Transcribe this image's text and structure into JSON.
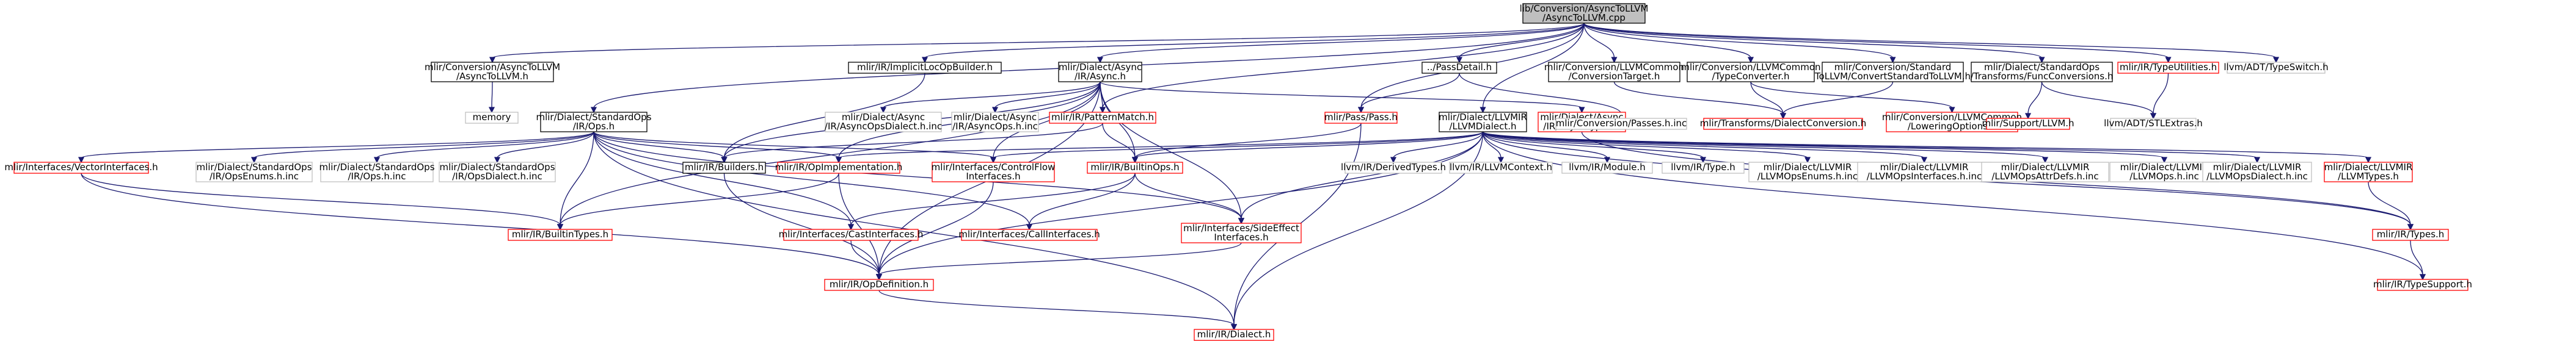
{
  "graph_title": "lib/Conversion/AsyncToLLVM/AsyncToLLVM.cpp",
  "colors": {
    "root_fill": "#bfbfbf",
    "node_fill": "#ffffff",
    "doc_stroke": "#000000",
    "ext_stroke": "#bfbfbf",
    "red_stroke": "#ff0000",
    "edge_blue": "#191970",
    "text": "#000000"
  },
  "nodes": [
    {
      "id": "n_root",
      "style": "root",
      "lines": [
        "lib/Conversion/AsyncToLLVM",
        "/AsyncToLLVM.cpp"
      ]
    },
    {
      "id": "n_async2llvm_h",
      "style": "doc",
      "lines": [
        "mlir/Conversion/AsyncToLLVM",
        "/AsyncToLLVM.h"
      ]
    },
    {
      "id": "n_memory",
      "style": "ext",
      "lines": [
        "memory"
      ]
    },
    {
      "id": "n_implicit",
      "style": "doc",
      "lines": [
        "mlir/IR/ImplicitLocOpBuilder.h"
      ]
    },
    {
      "id": "n_dialect_async_h",
      "style": "doc",
      "lines": [
        "mlir/Dialect/Async",
        "/IR/Async.h"
      ]
    },
    {
      "id": "n_passdetail",
      "style": "doc",
      "lines": [
        "../PassDetail.h"
      ]
    },
    {
      "id": "n_conv_target",
      "style": "doc",
      "lines": [
        "mlir/Conversion/LLVMCommon",
        "/ConversionTarget.h"
      ]
    },
    {
      "id": "n_type_conv",
      "style": "doc",
      "lines": [
        "mlir/Conversion/LLVMCommon",
        "/TypeConverter.h"
      ]
    },
    {
      "id": "n_std2llvm",
      "style": "doc",
      "lines": [
        "mlir/Conversion/Standard",
        "ToLLVM/ConvertStandardToLLVM.h"
      ]
    },
    {
      "id": "n_func_conv",
      "style": "doc",
      "lines": [
        "mlir/Dialect/StandardOps",
        "/Transforms/FuncConversions.h"
      ]
    },
    {
      "id": "n_type_util",
      "style": "red",
      "lines": [
        "mlir/IR/TypeUtilities.h"
      ]
    },
    {
      "id": "n_typeswitch",
      "style": "ext",
      "lines": [
        "llvm/ADT/TypeSwitch.h"
      ]
    },
    {
      "id": "n_std_ops_h",
      "style": "doc",
      "lines": [
        "mlir/Dialect/StandardOps",
        "/IR/Ops.h"
      ]
    },
    {
      "id": "n_async_dialect_inc",
      "style": "ext",
      "lines": [
        "mlir/Dialect/Async",
        "/IR/AsyncOpsDialect.h.inc"
      ]
    },
    {
      "id": "n_async_ops_inc",
      "style": "ext",
      "lines": [
        "mlir/Dialect/Async",
        "/IR/AsyncOps.h.inc"
      ]
    },
    {
      "id": "n_pattern_match",
      "style": "red",
      "lines": [
        "mlir/IR/PatternMatch.h"
      ]
    },
    {
      "id": "n_pass_h",
      "style": "red",
      "lines": [
        "mlir/Pass/Pass.h"
      ]
    },
    {
      "id": "n_llvm_dialect",
      "style": "doc",
      "lines": [
        "mlir/Dialect/LLVMIR",
        "/LLVMDialect.h"
      ]
    },
    {
      "id": "n_async_types",
      "style": "red",
      "lines": [
        "mlir/Dialect/Async",
        "/IR/AsyncTypes.h"
      ]
    },
    {
      "id": "n_conv_passes",
      "style": "ext",
      "lines": [
        "mlir/Conversion/Passes.h.inc"
      ]
    },
    {
      "id": "n_dialect_conversion",
      "style": "red",
      "lines": [
        "mlir/Transforms/DialectConversion.h"
      ]
    },
    {
      "id": "n_lowering_opts",
      "style": "red",
      "lines": [
        "mlir/Conversion/LLVMCommon",
        "/LoweringOptions.h"
      ]
    },
    {
      "id": "n_support_llvm",
      "style": "red",
      "lines": [
        "mlir/Support/LLVM.h"
      ]
    },
    {
      "id": "n_stl_extras",
      "style": "ext",
      "lines": [
        "llvm/ADT/STLExtras.h"
      ]
    },
    {
      "id": "n_vector_if",
      "style": "red",
      "lines": [
        "mlir/Interfaces/VectorInterfaces.h"
      ]
    },
    {
      "id": "n_std_ops_enums",
      "style": "ext",
      "lines": [
        "mlir/Dialect/StandardOps",
        "/IR/OpsEnums.h.inc"
      ]
    },
    {
      "id": "n_std_ops_inc",
      "style": "ext",
      "lines": [
        "mlir/Dialect/StandardOps",
        "/IR/Ops.h.inc"
      ]
    },
    {
      "id": "n_std_ops_dialect",
      "style": "ext",
      "lines": [
        "mlir/Dialect/StandardOps",
        "/IR/OpsDialect.h.inc"
      ]
    },
    {
      "id": "n_builders",
      "style": "doc",
      "lines": [
        "mlir/IR/Builders.h"
      ]
    },
    {
      "id": "n_op_impl",
      "style": "red",
      "lines": [
        "mlir/IR/OpImplementation.h"
      ]
    },
    {
      "id": "n_control_flow",
      "style": "red",
      "lines": [
        "mlir/Interfaces/ControlFlow",
        "Interfaces.h"
      ]
    },
    {
      "id": "n_builtin_ops",
      "style": "red",
      "lines": [
        "mlir/IR/BuiltinOps.h"
      ]
    },
    {
      "id": "n_derived_types",
      "style": "ext",
      "lines": [
        "llvm/IR/DerivedTypes.h"
      ]
    },
    {
      "id": "n_llvm_context",
      "style": "ext",
      "lines": [
        "llvm/IR/LLVMContext.h"
      ]
    },
    {
      "id": "n_llvm_module",
      "style": "ext",
      "lines": [
        "llvm/IR/Module.h"
      ]
    },
    {
      "id": "n_llvm_type",
      "style": "ext",
      "lines": [
        "llvm/IR/Type.h"
      ]
    },
    {
      "id": "n_llvmops_enums",
      "style": "ext",
      "lines": [
        "mlir/Dialect/LLVMIR",
        "/LLVMOpsEnums.h.inc"
      ]
    },
    {
      "id": "n_llvmops_if",
      "style": "ext",
      "lines": [
        "mlir/Dialect/LLVMIR",
        "/LLVMOpsInterfaces.h.inc"
      ]
    },
    {
      "id": "n_llvmops_attr",
      "style": "ext",
      "lines": [
        "mlir/Dialect/LLVMIR",
        "/LLVMOpsAttrDefs.h.inc"
      ]
    },
    {
      "id": "n_llvmops_inc",
      "style": "ext",
      "lines": [
        "mlir/Dialect/LLVMIR",
        "/LLVMOps.h.inc"
      ]
    },
    {
      "id": "n_llvmops_dialect",
      "style": "ext",
      "lines": [
        "mlir/Dialect/LLVMIR",
        "/LLVMOpsDialect.h.inc"
      ]
    },
    {
      "id": "n_llvm_types",
      "style": "red",
      "lines": [
        "mlir/Dialect/LLVMIR",
        "/LLVMTypes.h"
      ]
    },
    {
      "id": "n_builtin_types",
      "style": "red",
      "lines": [
        "mlir/IR/BuiltinTypes.h"
      ]
    },
    {
      "id": "n_cast_if",
      "style": "red",
      "lines": [
        "mlir/Interfaces/CastInterfaces.h"
      ]
    },
    {
      "id": "n_call_if",
      "style": "red",
      "lines": [
        "mlir/Interfaces/CallInterfaces.h"
      ]
    },
    {
      "id": "n_side_effect",
      "style": "red",
      "lines": [
        "mlir/Interfaces/SideEffect",
        "Interfaces.h"
      ]
    },
    {
      "id": "n_ir_types",
      "style": "red",
      "lines": [
        "mlir/IR/Types.h"
      ]
    },
    {
      "id": "n_op_def",
      "style": "red",
      "lines": [
        "mlir/IR/OpDefinition.h"
      ]
    },
    {
      "id": "n_type_support",
      "style": "red",
      "lines": [
        "mlir/IR/TypeSupport.h"
      ]
    },
    {
      "id": "n_ir_dialect",
      "style": "red",
      "lines": [
        "mlir/IR/Dialect.h"
      ]
    }
  ],
  "edges": [
    [
      "n_root",
      "n_async2llvm_h"
    ],
    [
      "n_root",
      "n_implicit"
    ],
    [
      "n_root",
      "n_dialect_async_h"
    ],
    [
      "n_root",
      "n_passdetail"
    ],
    [
      "n_root",
      "n_conv_target"
    ],
    [
      "n_root",
      "n_type_conv"
    ],
    [
      "n_root",
      "n_std2llvm"
    ],
    [
      "n_root",
      "n_func_conv"
    ],
    [
      "n_root",
      "n_type_util"
    ],
    [
      "n_root",
      "n_typeswitch"
    ],
    [
      "n_root",
      "n_std_ops_h"
    ],
    [
      "n_root",
      "n_llvm_dialect"
    ],
    [
      "n_root",
      "n_pass_h"
    ],
    [
      "n_root",
      "n_pattern_match"
    ],
    [
      "n_async2llvm_h",
      "n_memory"
    ],
    [
      "n_implicit",
      "n_builders"
    ],
    [
      "n_dialect_async_h",
      "n_async_dialect_inc"
    ],
    [
      "n_dialect_async_h",
      "n_async_ops_inc"
    ],
    [
      "n_dialect_async_h",
      "n_pattern_match"
    ],
    [
      "n_dialect_async_h",
      "n_async_types"
    ],
    [
      "n_dialect_async_h",
      "n_builders"
    ],
    [
      "n_dialect_async_h",
      "n_op_impl"
    ],
    [
      "n_dialect_async_h",
      "n_control_flow"
    ],
    [
      "n_dialect_async_h",
      "n_builtin_ops"
    ],
    [
      "n_dialect_async_h",
      "n_side_effect"
    ],
    [
      "n_dialect_async_h",
      "n_builtin_types"
    ],
    [
      "n_dialect_async_h",
      "n_op_def"
    ],
    [
      "n_passdetail",
      "n_pass_h"
    ],
    [
      "n_passdetail",
      "n_conv_passes"
    ],
    [
      "n_conv_target",
      "n_dialect_conversion"
    ],
    [
      "n_type_conv",
      "n_dialect_conversion"
    ],
    [
      "n_type_conv",
      "n_lowering_opts"
    ],
    [
      "n_std2llvm",
      "n_dialect_conversion"
    ],
    [
      "n_func_conv",
      "n_support_llvm"
    ],
    [
      "n_func_conv",
      "n_stl_extras"
    ],
    [
      "n_type_util",
      "n_stl_extras"
    ],
    [
      "n_std_ops_h",
      "n_vector_if"
    ],
    [
      "n_std_ops_h",
      "n_std_ops_enums"
    ],
    [
      "n_std_ops_h",
      "n_std_ops_inc"
    ],
    [
      "n_std_ops_h",
      "n_std_ops_dialect"
    ],
    [
      "n_std_ops_h",
      "n_builders"
    ],
    [
      "n_std_ops_h",
      "n_op_impl"
    ],
    [
      "n_std_ops_h",
      "n_control_flow"
    ],
    [
      "n_std_ops_h",
      "n_cast_if"
    ],
    [
      "n_std_ops_h",
      "n_call_if"
    ],
    [
      "n_std_ops_h",
      "n_side_effect"
    ],
    [
      "n_std_ops_h",
      "n_builtin_types"
    ],
    [
      "n_std_ops_h",
      "n_ir_dialect"
    ],
    [
      "n_pattern_match",
      "n_builtin_ops"
    ],
    [
      "n_pattern_match",
      "n_builders"
    ],
    [
      "n_pass_h",
      "n_builtin_ops"
    ],
    [
      "n_pass_h",
      "n_ir_dialect"
    ],
    [
      "n_llvm_dialect",
      "n_derived_types"
    ],
    [
      "n_llvm_dialect",
      "n_llvm_context"
    ],
    [
      "n_llvm_dialect",
      "n_llvm_module"
    ],
    [
      "n_llvm_dialect",
      "n_llvm_type"
    ],
    [
      "n_llvm_dialect",
      "n_llvmops_enums"
    ],
    [
      "n_llvm_dialect",
      "n_llvmops_if"
    ],
    [
      "n_llvm_dialect",
      "n_llvmops_attr"
    ],
    [
      "n_llvm_dialect",
      "n_llvmops_inc"
    ],
    [
      "n_llvm_dialect",
      "n_llvmops_dialect"
    ],
    [
      "n_llvm_dialect",
      "n_llvm_types"
    ],
    [
      "n_llvm_dialect",
      "n_builtin_ops"
    ],
    [
      "n_llvm_dialect",
      "n_op_impl"
    ],
    [
      "n_llvm_dialect",
      "n_control_flow"
    ],
    [
      "n_llvm_dialect",
      "n_side_effect"
    ],
    [
      "n_llvm_dialect",
      "n_op_def"
    ],
    [
      "n_llvm_dialect",
      "n_ir_types"
    ],
    [
      "n_llvm_dialect",
      "n_type_support"
    ],
    [
      "n_llvm_dialect",
      "n_ir_dialect"
    ],
    [
      "n_async_types",
      "n_ir_types"
    ],
    [
      "n_vector_if",
      "n_builtin_types"
    ],
    [
      "n_vector_if",
      "n_op_def"
    ],
    [
      "n_builders",
      "n_op_def"
    ],
    [
      "n_op_impl",
      "n_builtin_types"
    ],
    [
      "n_op_impl",
      "n_op_def"
    ],
    [
      "n_control_flow",
      "n_op_def"
    ],
    [
      "n_builtin_ops",
      "n_cast_if"
    ],
    [
      "n_builtin_ops",
      "n_call_if"
    ],
    [
      "n_builtin_ops",
      "n_side_effect"
    ],
    [
      "n_cast_if",
      "n_op_def"
    ],
    [
      "n_side_effect",
      "n_op_def"
    ],
    [
      "n_llvm_types",
      "n_ir_types"
    ],
    [
      "n_ir_types",
      "n_type_support"
    ],
    [
      "n_op_def",
      "n_ir_dialect"
    ]
  ]
}
